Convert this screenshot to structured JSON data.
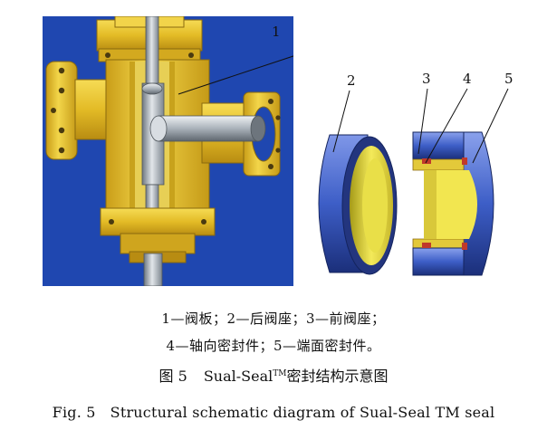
{
  "figure": {
    "labels": [
      "1",
      "2",
      "3",
      "4",
      "5"
    ],
    "colors": {
      "background": "#1f47b0",
      "body_gold": "#e6c12c",
      "gold_shadow": "#b58c14",
      "seat_blue": "#3d5ec7",
      "seat_yellow": "#f2e650",
      "steel_gray": "#9aa3ad",
      "seal_red": "#c0392b"
    }
  },
  "caption": {
    "line1": "1—阀板；2—后阀座；3—前阀座；",
    "line2": "4—轴向密封件；5—端面密封件。",
    "cn_fig_label": "图 5",
    "cn_title_prefix": "Sual-Seal",
    "cn_title_sup": "TM",
    "cn_title_suffix": "密封结构示意图",
    "en_fig_label": "Fig. 5",
    "en_title": "Structural schematic diagram of Sual-Seal TM seal"
  }
}
